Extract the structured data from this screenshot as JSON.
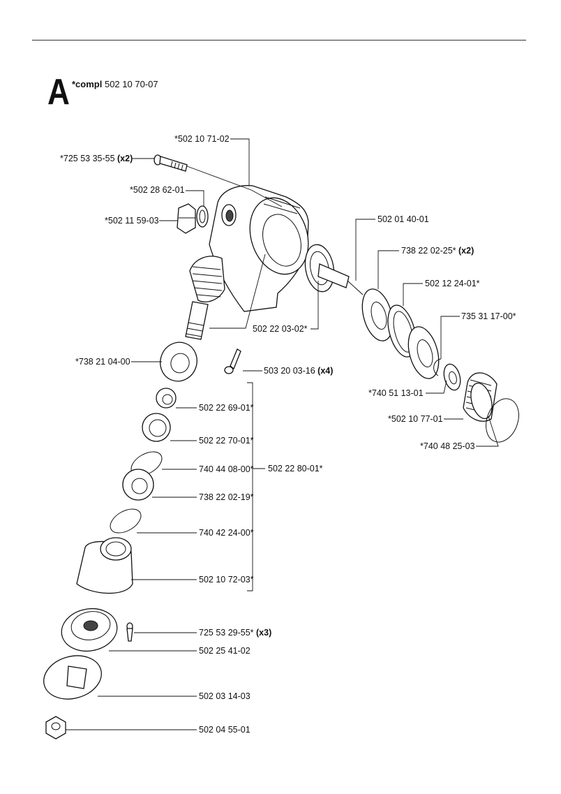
{
  "header": {
    "section_letter": "A",
    "compl_prefix": "*compl",
    "compl_number": "502 10 70-07"
  },
  "parts": [
    {
      "id": "p_502107102",
      "number": "*502 10 71-02",
      "qty": ""
    },
    {
      "id": "p_725533555",
      "number": "*725 53 35-55",
      "qty": "(x2)"
    },
    {
      "id": "p_502286201",
      "number": "*502 28 62-01",
      "qty": ""
    },
    {
      "id": "p_502115903",
      "number": "*502 11 59-03",
      "qty": ""
    },
    {
      "id": "p_502014001",
      "number": "502 01 40-01",
      "qty": ""
    },
    {
      "id": "p_738220225",
      "number": "738 22 02-25*",
      "qty": "(x2)"
    },
    {
      "id": "p_502122401",
      "number": "502 12 24-01*",
      "qty": ""
    },
    {
      "id": "p_735311700",
      "number": "735 31 17-00*",
      "qty": ""
    },
    {
      "id": "p_502220302",
      "number": "502 22 03-02*",
      "qty": ""
    },
    {
      "id": "p_738210400",
      "number": "*738 21 04-00",
      "qty": ""
    },
    {
      "id": "p_503200316",
      "number": "503 20 03-16",
      "qty": "(x4)"
    },
    {
      "id": "p_740511301",
      "number": "*740 51 13-01",
      "qty": ""
    },
    {
      "id": "p_502107701",
      "number": "*502 10 77-01",
      "qty": ""
    },
    {
      "id": "p_740482503",
      "number": "*740 48 25-03",
      "qty": ""
    },
    {
      "id": "p_502226901",
      "number": "502 22 69-01*",
      "qty": ""
    },
    {
      "id": "p_502227001",
      "number": "502 22 70-01*",
      "qty": ""
    },
    {
      "id": "p_740440800",
      "number": "740 44 08-00*",
      "qty": ""
    },
    {
      "id": "p_502228001",
      "number": "502 22 80-01*",
      "qty": ""
    },
    {
      "id": "p_738220219",
      "number": "738 22 02-19*",
      "qty": ""
    },
    {
      "id": "p_740422400",
      "number": "740 42 24-00*",
      "qty": ""
    },
    {
      "id": "p_502107203",
      "number": "502 10 72-03*",
      "qty": ""
    },
    {
      "id": "p_725532955",
      "number": "725 53 29-55*",
      "qty": "(x3)"
    },
    {
      "id": "p_502254102",
      "number": "502 25 41-02",
      "qty": ""
    },
    {
      "id": "p_502031403",
      "number": "502 03 14-03",
      "qty": ""
    },
    {
      "id": "p_502045501",
      "number": "502 04 55-01",
      "qty": ""
    }
  ]
}
